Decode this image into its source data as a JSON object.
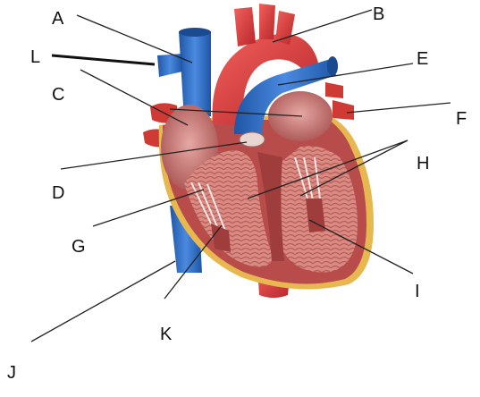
{
  "labels": {
    "a": "A",
    "b": "B",
    "c": "C",
    "d": "D",
    "e": "E",
    "f": "F",
    "g": "G",
    "h": "H",
    "i": "I",
    "j": "J",
    "k": "K",
    "l": "L"
  },
  "colors": {
    "vein_blue": "#2f6fc1",
    "artery_red": "#d8363a",
    "muscle": "#b34a48",
    "chamber": "#c97c7a",
    "fat_yellow": "#e7b850",
    "leader_line": "#222222"
  }
}
